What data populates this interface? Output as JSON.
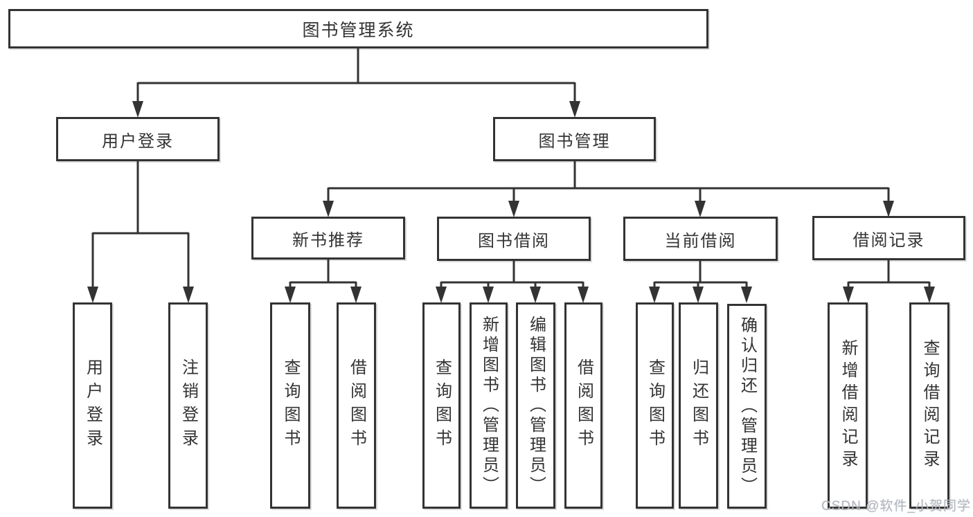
{
  "colors": {
    "line": "#333333",
    "box_border": "#333333",
    "text": "#333333",
    "watermark": "#b4b8c0",
    "background": "#ffffff"
  },
  "tree": {
    "label": "图书管理系统",
    "children": [
      {
        "label": "用户登录",
        "children": [
          {
            "label": "用户登录"
          },
          {
            "label": "注销登录"
          }
        ]
      },
      {
        "label": "图书管理",
        "children": [
          {
            "label": "新书推荐",
            "children": [
              {
                "label": "查询图书"
              },
              {
                "label": "借阅图书"
              }
            ]
          },
          {
            "label": "图书借阅",
            "children": [
              {
                "label": "查询图书"
              },
              {
                "label": "新增图书（管理员）"
              },
              {
                "label": "编辑图书（管理员）"
              },
              {
                "label": "借阅图书"
              }
            ]
          },
          {
            "label": "当前借阅",
            "children": [
              {
                "label": "查询图书"
              },
              {
                "label": "归还图书"
              },
              {
                "label": "确认归还（管理员）"
              }
            ]
          },
          {
            "label": "借阅记录",
            "children": [
              {
                "label": "新增借阅记录"
              },
              {
                "label": "查询借阅记录"
              }
            ]
          }
        ]
      }
    ]
  },
  "watermark": {
    "text": "CSDN @软件_小贺同学"
  }
}
